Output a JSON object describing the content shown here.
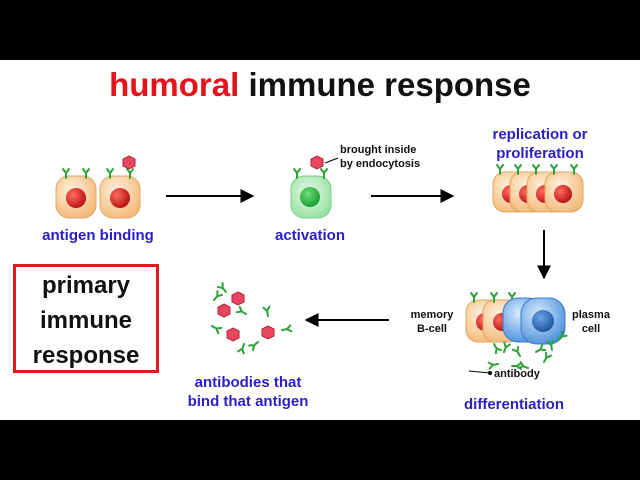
{
  "title": {
    "highlight": "humoral",
    "rest": " immune response"
  },
  "labels": {
    "antigen_binding": "antigen binding",
    "activation": "activation",
    "endocytosis": [
      "brought inside",
      "by endocytosis"
    ],
    "replication": [
      "replication or",
      "proliferation"
    ],
    "differentiation": "differentiation",
    "memory": [
      "memory",
      "B-cell"
    ],
    "plasma": [
      "plasma",
      "cell"
    ],
    "antibody": "antibody",
    "antibodies_bind": [
      "antibodies that",
      "bind that antigen"
    ]
  },
  "primary_box": [
    "primary",
    "immune",
    "response"
  ],
  "colors": {
    "highlight_red": "#e5131c",
    "label_blue": "#2a1ec8",
    "cell_orange": "#f3c288",
    "nucleus_red": "#d61f1f",
    "activated_green": "#9be6a8",
    "plasma_blue": "#4c8fd6",
    "antigen_pink": "#e8455f",
    "antibody_green": "#2ea23a"
  }
}
